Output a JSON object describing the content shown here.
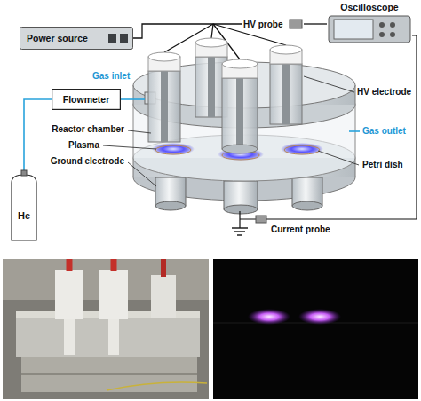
{
  "diagram": {
    "nodes": [
      {
        "text": [
          "Power source"
        ]
      },
      {
        "text": [
          "Oscilloscope"
        ]
      },
      {
        "text": [
          "HV probe"
        ]
      },
      {
        "text": [
          "Flowmeter"
        ]
      },
      {
        "text": [
          "He"
        ]
      }
    ],
    "edges": [
      {
        "from": 0,
        "to": 2,
        "arrow": "none"
      },
      {
        "from": 2,
        "to": 1,
        "arrow": "none"
      },
      {
        "from": 4,
        "to": 3,
        "arrow": "none"
      }
    ],
    "labels": [
      "Gas inlet",
      "HV electrode",
      "Reactor chamber",
      "Plasma",
      "Gas outlet",
      "Petri dish",
      "Ground electrode",
      "Current probe"
    ]
  }
}
